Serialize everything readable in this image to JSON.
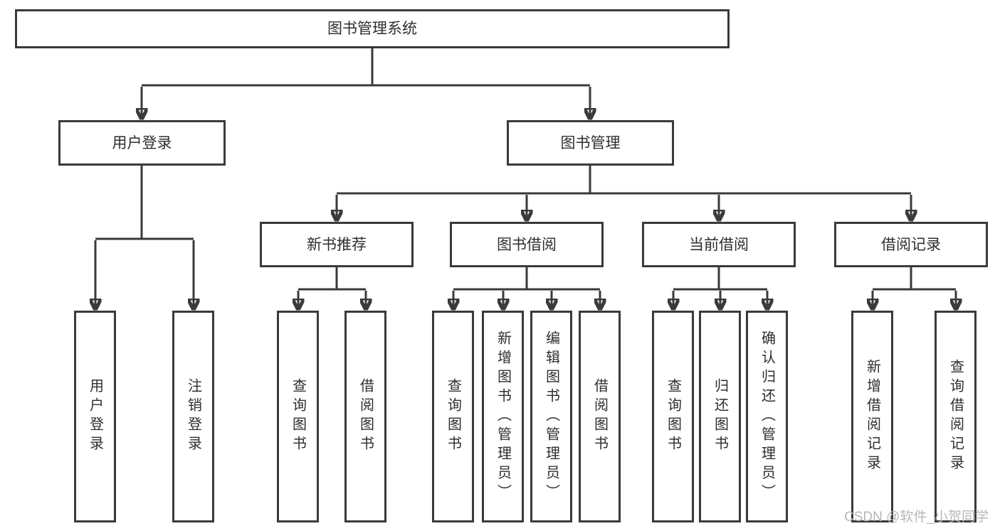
{
  "tree": {
    "label": "图书管理系统",
    "children": [
      {
        "label": "用户登录",
        "children": [
          {
            "label": "用户登录"
          },
          {
            "label": "注销登录"
          }
        ]
      },
      {
        "label": "图书管理",
        "children": [
          {
            "label": "新书推荐",
            "children": [
              {
                "label": "查询图书"
              },
              {
                "label": "借阅图书"
              }
            ]
          },
          {
            "label": "图书借阅",
            "children": [
              {
                "label": "查询图书"
              },
              {
                "label": "新增图书（管理员）"
              },
              {
                "label": "编辑图书（管理员）"
              },
              {
                "label": "借阅图书"
              }
            ]
          },
          {
            "label": "当前借阅",
            "children": [
              {
                "label": "查询图书"
              },
              {
                "label": "归还图书"
              },
              {
                "label": "确认归还（管理员）"
              }
            ]
          },
          {
            "label": "借阅记录",
            "children": [
              {
                "label": "新增借阅记录"
              },
              {
                "label": "查询借阅记录"
              }
            ]
          }
        ]
      }
    ]
  },
  "watermark": "CSDN @软件_小贺同学",
  "colors": {
    "line": "#3a3a3a",
    "text": "#2e2e2e",
    "background": "#ffffff",
    "watermark": "#b7b7b7"
  }
}
